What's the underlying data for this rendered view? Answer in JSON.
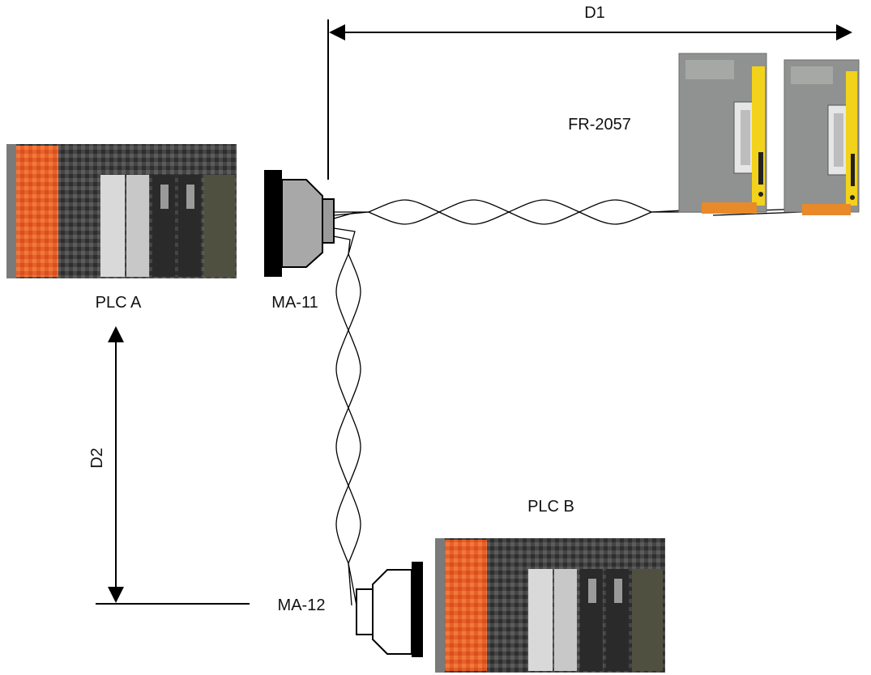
{
  "labels": {
    "d1": "D1",
    "d2": "D2",
    "fr": "FR-2057",
    "plc_a": "PLC A",
    "plc_b": "PLC B",
    "ma11": "MA-11",
    "ma12": "MA-12"
  },
  "colors": {
    "line": "#000000",
    "plc_orange": "#e8602a",
    "plc_dark": "#3a3a3a",
    "module_gray": "#8f9290",
    "module_yellow": "#f2d21a",
    "terminal_orange": "#e88a2a"
  }
}
